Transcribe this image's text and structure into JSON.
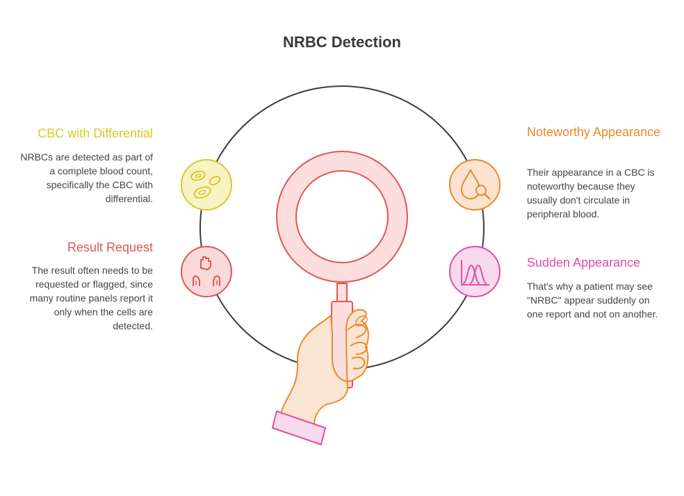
{
  "title": "NRBC Detection",
  "items": {
    "cbc": {
      "heading": "CBC with Differential",
      "description": "NRBCs are detected as part of a complete blood count, specifically the CBC with differential.",
      "color": "#d8c82a",
      "icon": "red-blood-cells-icon"
    },
    "result": {
      "heading": "Result Request",
      "description": "The result often needs to be requested or flagged, since many routine panels report it only when the cells are detected.",
      "color": "#e05555",
      "icon": "raised-hands-icon"
    },
    "noteworthy": {
      "heading": "Noteworthy Appearance",
      "description": "Their appearance in a CBC is noteworthy because they usually don't circulate in peripheral blood.",
      "color": "#e8892e",
      "icon": "blood-drop-magnifier-icon"
    },
    "sudden": {
      "heading": "Sudden Appearance",
      "description": "That's why a patient may see \"NRBC\" appear suddenly on one report and not on another.",
      "color": "#e04fa0",
      "icon": "distribution-chart-icon"
    }
  },
  "center_icon": "hand-holding-magnifier-icon"
}
